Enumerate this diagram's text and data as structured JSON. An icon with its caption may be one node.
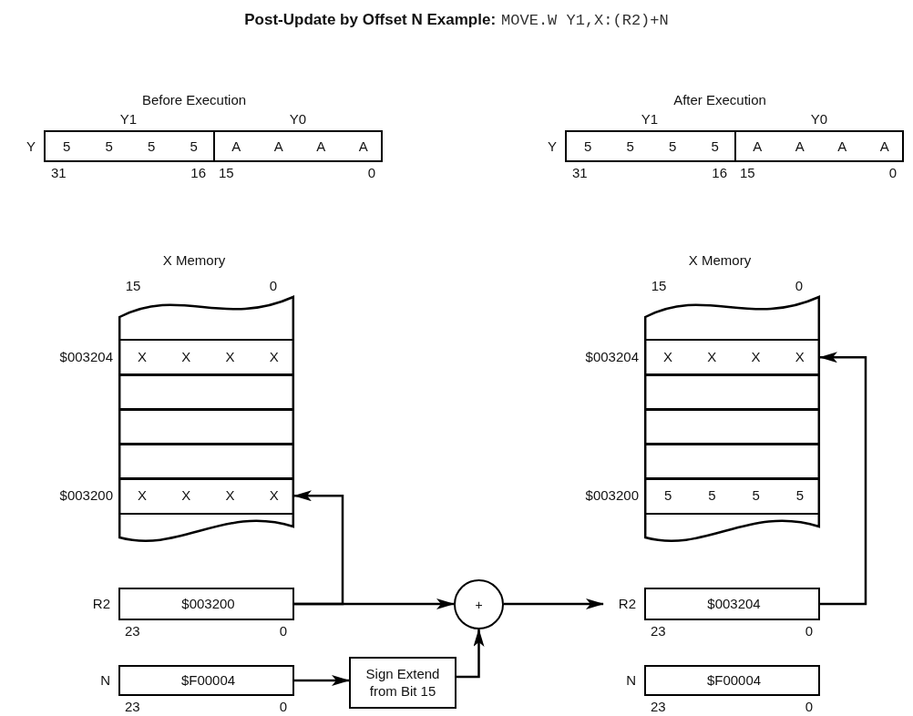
{
  "diagram": {
    "title": "Post-Update by Offset N Example:",
    "nodes": [
      {
        "text": [
          "5",
          "5",
          "5",
          "5",
          "A",
          "A",
          "A",
          "A"
        ],
        "beside": [
          "Y",
          "Y1",
          "Y0",
          "31",
          "16",
          "15",
          "0"
        ]
      },
      {
        "text": [
          "5",
          "5",
          "5",
          "5",
          "A",
          "A",
          "A",
          "A"
        ],
        "beside": [
          "Y",
          "Y1",
          "Y0",
          "31",
          "16",
          "15",
          "0"
        ]
      },
      {
        "text": [],
        "shape": "box"
      },
      {
        "text": [
          "X",
          "X",
          "X",
          "X"
        ],
        "in": 2,
        "beside": [
          "$003204"
        ]
      },
      {
        "text": [],
        "shape": "box",
        "in": 2
      },
      {
        "text": [],
        "shape": "box",
        "in": 2
      },
      {
        "text": [],
        "shape": "box",
        "in": 2
      },
      {
        "text": [
          "X",
          "X",
          "X",
          "X"
        ],
        "in": 2,
        "beside": [
          "$003200"
        ]
      },
      {
        "text": [],
        "shape": "box"
      },
      {
        "text": [
          "X",
          "X",
          "X",
          "X"
        ],
        "in": 8,
        "beside": [
          "$003204"
        ]
      },
      {
        "text": [],
        "shape": "box",
        "in": 8
      },
      {
        "text": [],
        "shape": "box",
        "in": 8
      },
      {
        "text": [],
        "shape": "box",
        "in": 8
      },
      {
        "text": [
          "5",
          "5",
          "5",
          "5"
        ],
        "in": 8,
        "beside": [
          "$003200"
        ]
      },
      {
        "text": [
          "$003200"
        ],
        "beside": [
          "R2",
          "23",
          "0"
        ]
      },
      {
        "text": [
          "+"
        ]
      },
      {
        "text": [
          "$003204"
        ],
        "beside": [
          "R2",
          "23",
          "0"
        ]
      },
      {
        "text": [
          "$F00004"
        ],
        "beside": [
          "N",
          "23",
          "0"
        ]
      },
      {
        "text": [
          "Sign Extend from Bit 15"
        ]
      },
      {
        "text": [
          "$F00004"
        ],
        "beside": [
          "N",
          "23",
          "0"
        ]
      }
    ],
    "edges": [
      {
        "from": 14,
        "to": 15,
        "arrow": "to"
      },
      {
        "from": 14,
        "to": 7,
        "arrow": "to"
      },
      {
        "from": 17,
        "to": 18,
        "arrow": "to"
      },
      {
        "from": 18,
        "to": 15,
        "arrow": "to"
      },
      {
        "from": 15,
        "to": 16,
        "arrow": "to"
      },
      {
        "from": 16,
        "to": 9,
        "arrow": "to"
      }
    ],
    "labels": [
      "MOVE.W Y1,X:(R2)+N",
      "Before Execution",
      "After Execution",
      "X Memory",
      "15",
      "0",
      "X Memory",
      "15",
      "0"
    ]
  }
}
